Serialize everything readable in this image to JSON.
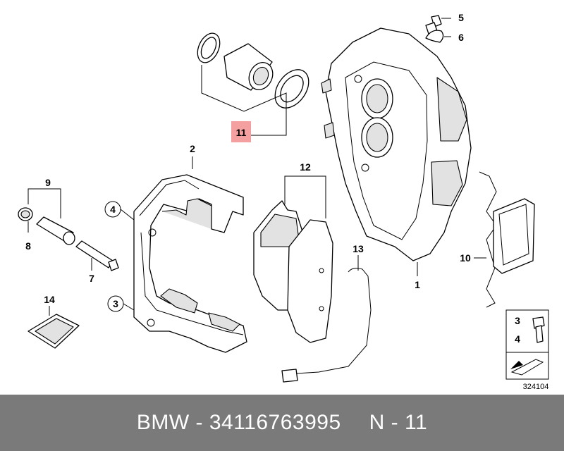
{
  "diagram": {
    "callouts": {
      "c1": "1",
      "c2": "2",
      "c3a": "3",
      "c4a": "4",
      "c5": "5",
      "c6": "6",
      "c7": "7",
      "c8": "8",
      "c9": "9",
      "c10": "10",
      "c11": "11",
      "c12": "12",
      "c13": "13",
      "c14": "14",
      "c3b": "3",
      "c4b": "4"
    },
    "highlight_color": "#f4a0a0",
    "diagram_number": "324104"
  },
  "footer": {
    "brand": "BMW - 34116763995",
    "position": "N - 11"
  }
}
